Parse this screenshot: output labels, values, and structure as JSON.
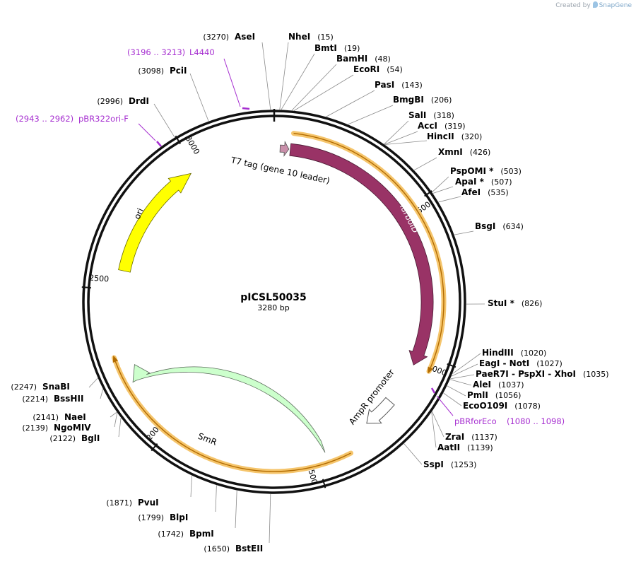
{
  "credit": {
    "prefix": "Created by",
    "brand": "SnapGene",
    "icon": "snapgene-logo-icon"
  },
  "plasmid": {
    "name": "pICSL50035",
    "length_label": "3280 bp",
    "length": 3280
  },
  "ticks": [
    "500",
    "1000",
    "1500",
    "2000",
    "2500",
    "3000"
  ],
  "enzymes": [
    {
      "name": "AseI",
      "pos": "(3270)"
    },
    {
      "name": "NheI",
      "pos": "(15)"
    },
    {
      "name": "BmtI",
      "pos": "(19)"
    },
    {
      "name": "BamHI",
      "pos": "(48)"
    },
    {
      "name": "EcoRI",
      "pos": "(54)"
    },
    {
      "name": "PasI",
      "pos": "(143)"
    },
    {
      "name": "BmgBI",
      "pos": "(206)"
    },
    {
      "name": "SalI",
      "pos": "(318)"
    },
    {
      "name": "AccI",
      "pos": "(319)"
    },
    {
      "name": "HincII",
      "pos": "(320)"
    },
    {
      "name": "XmnI",
      "pos": "(426)"
    },
    {
      "name": "PspOMI *",
      "pos": "(503)"
    },
    {
      "name": "ApaI *",
      "pos": "(507)"
    },
    {
      "name": "AfeI",
      "pos": "(535)"
    },
    {
      "name": "BsgI",
      "pos": "(634)"
    },
    {
      "name": "StuI *",
      "pos": "(826)"
    },
    {
      "name": "HindIII",
      "pos": "(1020)"
    },
    {
      "name": "EagI  - NotI",
      "pos": "(1027)"
    },
    {
      "name": "PaeR7I  - PspXI  - XhoI",
      "pos": "(1035)"
    },
    {
      "name": "AleI",
      "pos": "(1037)"
    },
    {
      "name": "PmlI",
      "pos": "(1056)"
    },
    {
      "name": "EcoO109I",
      "pos": "(1078)"
    },
    {
      "name": "ZraI",
      "pos": "(1137)"
    },
    {
      "name": "AatII",
      "pos": "(1139)"
    },
    {
      "name": "SspI",
      "pos": "(1253)"
    },
    {
      "name": "BstEII",
      "pos": "(1650)"
    },
    {
      "name": "BpmI",
      "pos": "(1742)"
    },
    {
      "name": "BlpI",
      "pos": "(1799)"
    },
    {
      "name": "PvuI",
      "pos": "(1871)"
    },
    {
      "name": "BglI",
      "pos": "(2122)"
    },
    {
      "name": "NgoMIV",
      "pos": "(2139)"
    },
    {
      "name": "NaeI",
      "pos": "(2141)"
    },
    {
      "name": "BssHII",
      "pos": "(2214)"
    },
    {
      "name": "SnaBI",
      "pos": "(2247)"
    },
    {
      "name": "DrdI",
      "pos": "(2996)"
    },
    {
      "name": "PciI",
      "pos": "(3098)"
    }
  ],
  "primers": [
    {
      "name": "L4440",
      "range": "(3196 .. 3213)"
    },
    {
      "name": "pBR322ori-F",
      "range": "(2943 .. 2962)"
    },
    {
      "name": "pBRforEco",
      "range": "(1080 .. 1098)"
    }
  ],
  "features": [
    {
      "name": "T7 tag (gene 10 leader)",
      "color": "#c98faa"
    },
    {
      "name": "TurboID",
      "color": "#993366"
    },
    {
      "name": "AmpR promoter",
      "color": "#ffffff"
    },
    {
      "name": "SmR",
      "color": "#ccffcc"
    },
    {
      "name": "ori",
      "color": "#ffff00"
    }
  ],
  "colors": {
    "primer": "#a62fd0",
    "orf_highlight": "#f5c56c",
    "orf_line": "#b26b00"
  }
}
